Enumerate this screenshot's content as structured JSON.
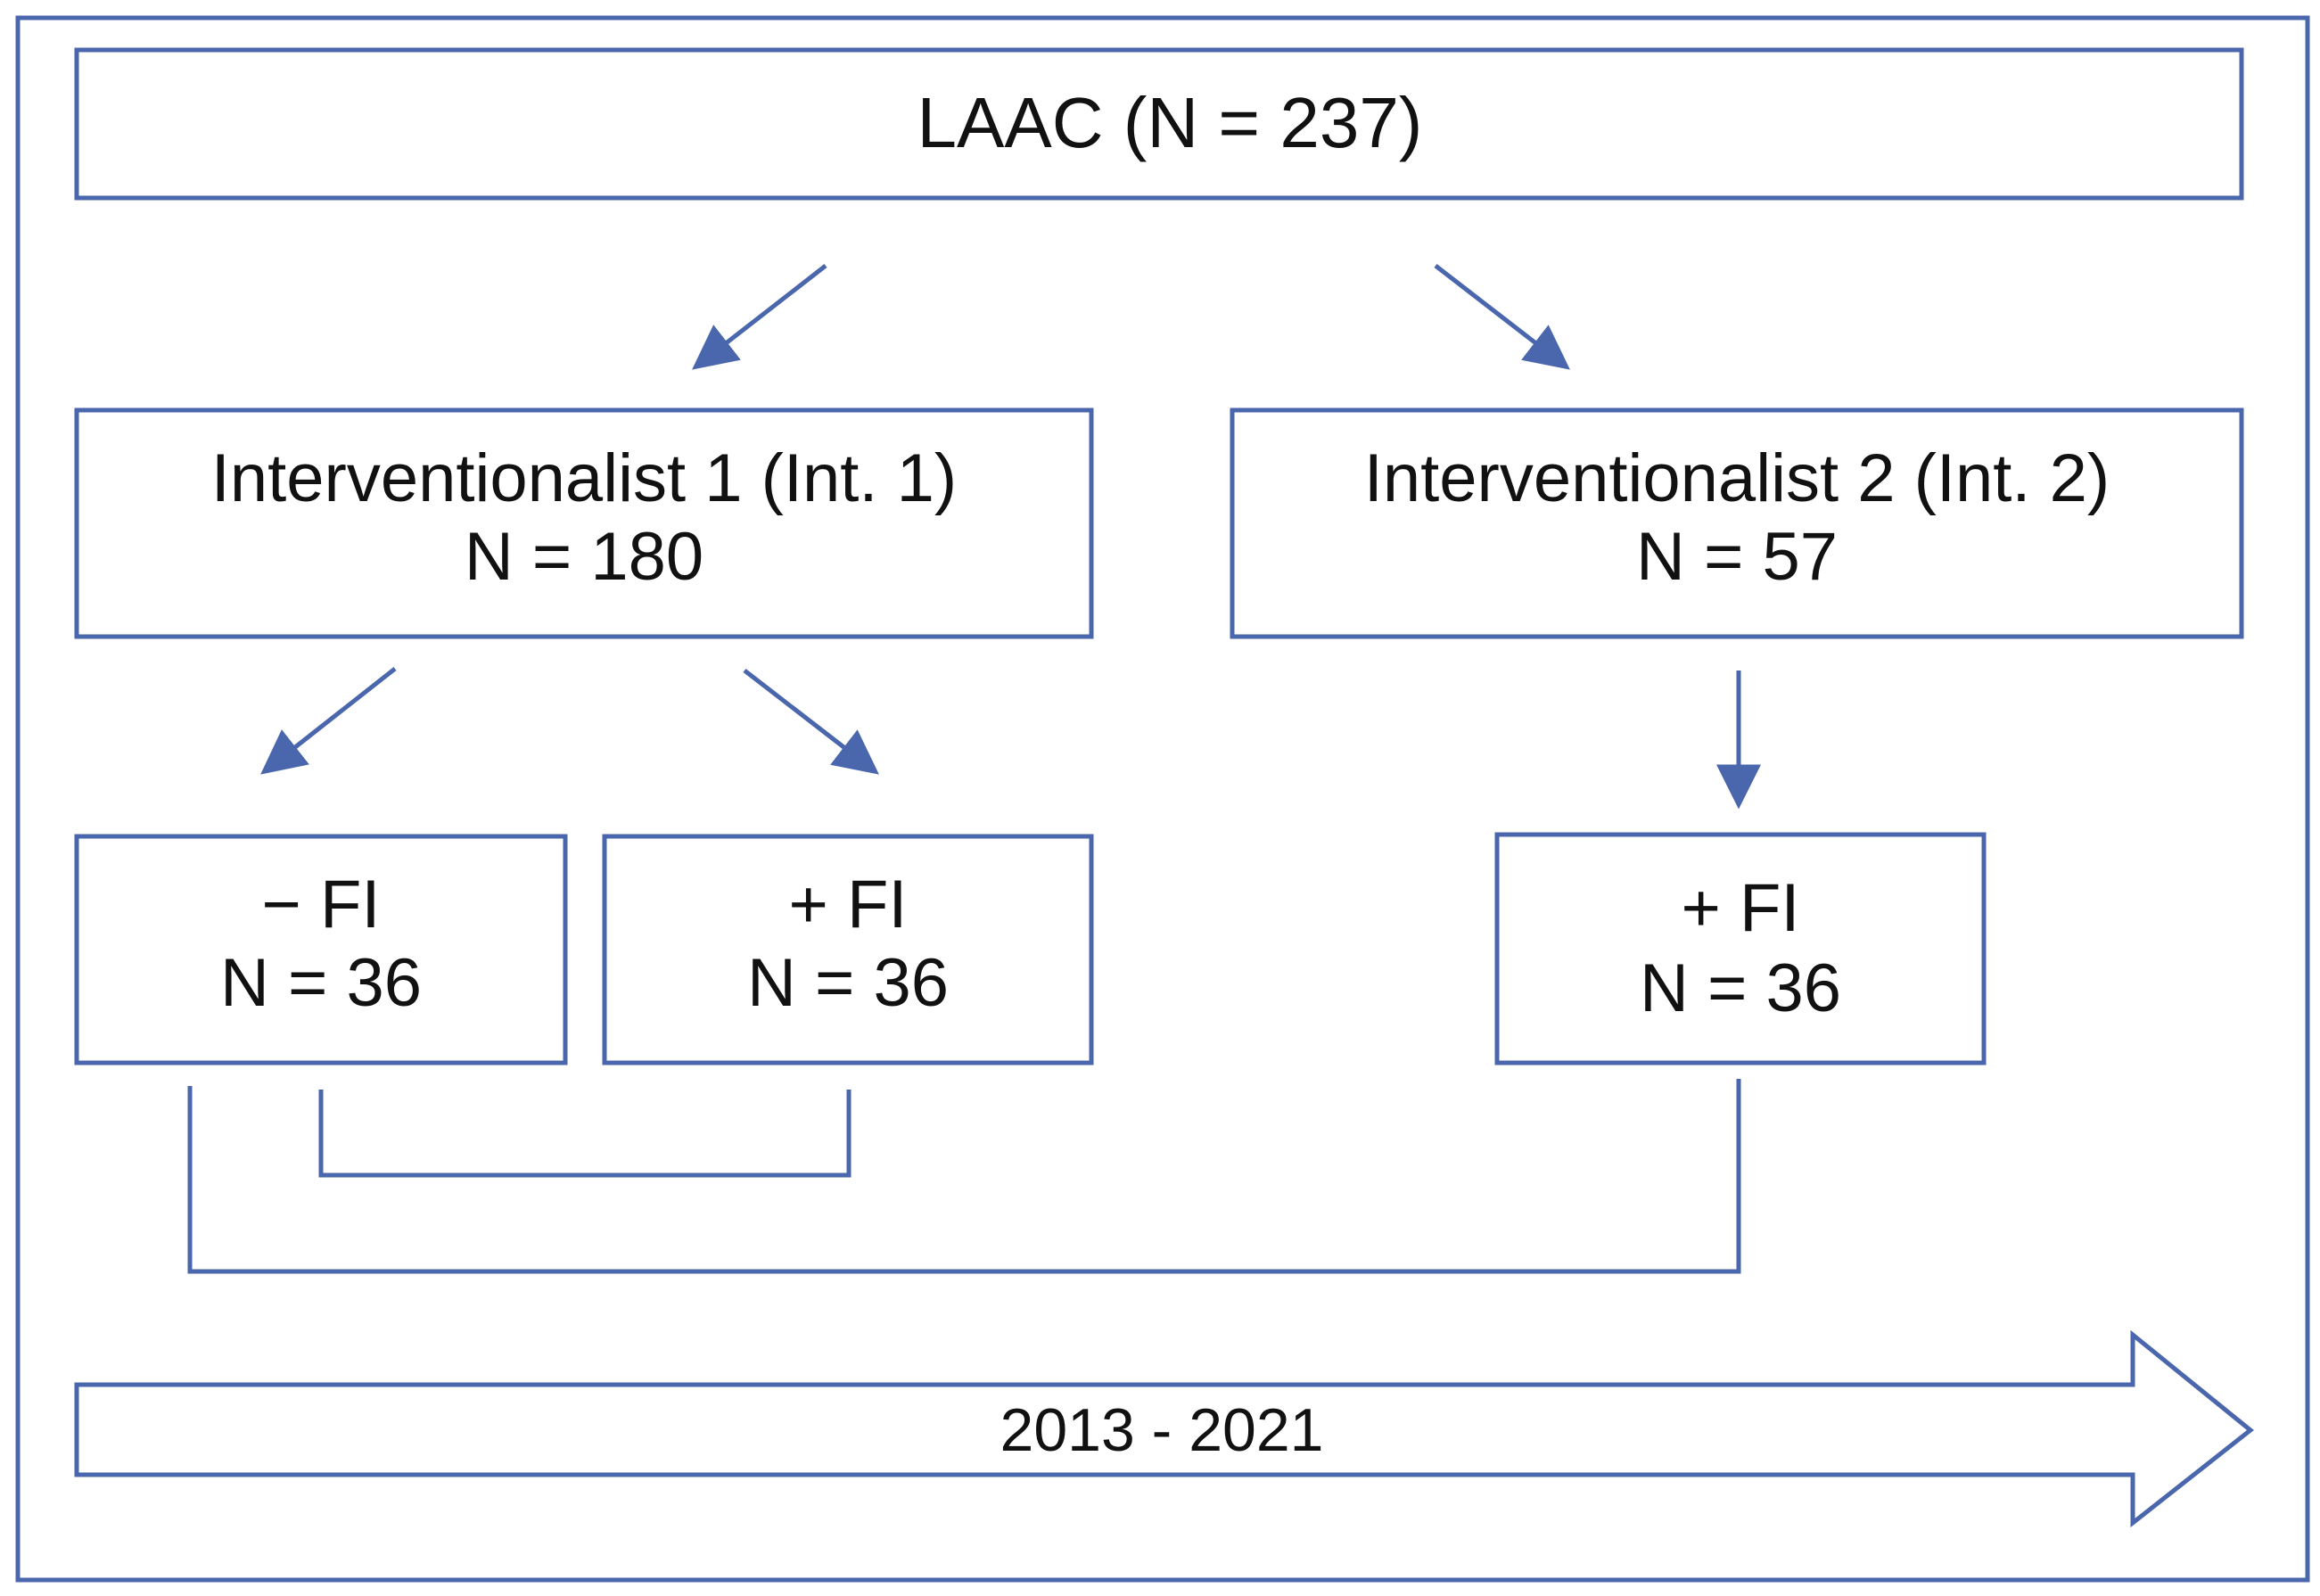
{
  "colors": {
    "stroke": "#4a66ad",
    "text": "#111111",
    "background": "#ffffff"
  },
  "root": {
    "label": "LAAC (N = 237)"
  },
  "int1": {
    "title": "Interventionalist 1 (Int. 1)",
    "n": "N = 180"
  },
  "int2": {
    "title": "Interventionalist 2 (Int. 2)",
    "n": "N = 57"
  },
  "int1_minus_fi": {
    "title": "− FI",
    "n": "N = 36"
  },
  "int1_plus_fi": {
    "title": "+ FI",
    "n": "N = 36"
  },
  "int2_plus_fi": {
    "title": "+ FI",
    "n": "N = 36"
  },
  "timeline": {
    "label": "2013 - 2021"
  }
}
